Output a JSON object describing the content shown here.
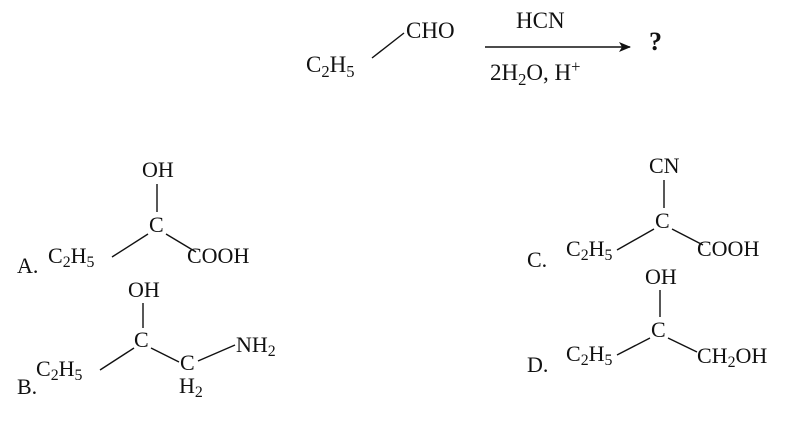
{
  "reaction": {
    "reactant_group": "CHO",
    "reactant_chain": "C2H5",
    "reagent_top": "HCN",
    "reagent_bottom": "2H2O, H+",
    "product": "?"
  },
  "options": [
    {
      "letter": "A.",
      "top": "OH",
      "center": "C",
      "left": "C2H5",
      "right": "COOH"
    },
    {
      "letter": "B.",
      "top": "OH",
      "center": "C",
      "left": "C2H5",
      "right_carbon": "C",
      "right_h": "H2",
      "right": "NH2"
    },
    {
      "letter": "C.",
      "top": "CN",
      "center": "C",
      "left": "C2H5",
      "right": "COOH"
    },
    {
      "letter": "D.",
      "top": "OH",
      "center": "C",
      "left": "C2H5",
      "right": "CH2OH"
    }
  ],
  "colors": {
    "ink": "#111111",
    "background": "#ffffff"
  }
}
